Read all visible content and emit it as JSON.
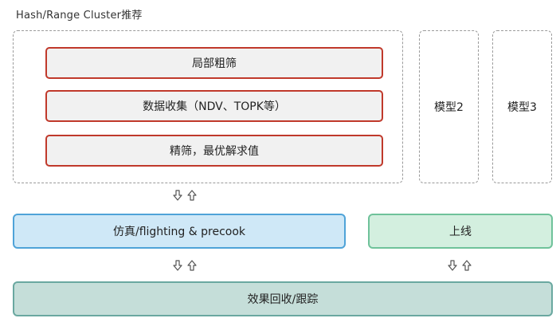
{
  "title": "Hash/Range Cluster推荐",
  "cluster": {
    "steps": [
      {
        "label": "局部粗筛"
      },
      {
        "label": "数据收集（NDV、TOPK等）"
      },
      {
        "label": "精筛，最优解求值"
      }
    ]
  },
  "models": {
    "model2": "模型2",
    "model3": "模型3"
  },
  "simulation": {
    "label": "仿真/flighting & precook"
  },
  "online": {
    "label": "上线"
  },
  "tracking": {
    "label": "效果回收/跟踪"
  },
  "icons": {
    "down_arrow": "arrow-down-outline-icon",
    "up_arrow": "arrow-up-outline-icon"
  },
  "colors": {
    "step_border": "#c0392b",
    "simulation_fill": "#cfe8f7",
    "simulation_border": "#4fa3d8",
    "online_fill": "#d3efdf",
    "online_border": "#6fc29a",
    "tracking_fill": "#c5ded9",
    "tracking_border": "#6aa8a0"
  }
}
